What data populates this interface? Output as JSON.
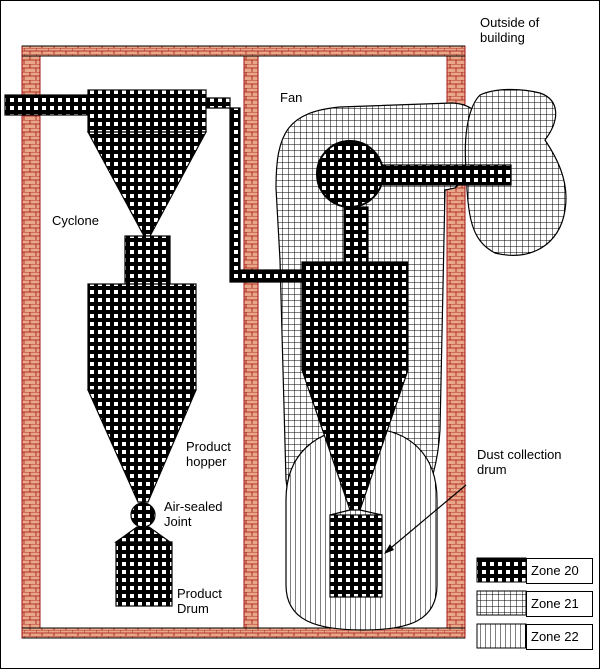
{
  "labels": {
    "outside": [
      "Outside of",
      "building"
    ],
    "fan": "Fan",
    "cyclone": "Cyclone",
    "product_hopper": [
      "Product",
      "hopper"
    ],
    "air_sealed_joint": [
      "Air-sealed",
      "Joint"
    ],
    "product_drum": [
      "Product",
      "Drum"
    ],
    "dust_collection_drum": [
      "Dust collection",
      "drum"
    ]
  },
  "legend": [
    {
      "label": "Zone 20",
      "pattern": "zone20-pattern"
    },
    {
      "label": "Zone 21",
      "pattern": "zone21-pattern"
    },
    {
      "label": "Zone 22",
      "pattern": "zone22-pattern"
    }
  ],
  "colors": {
    "brick_fill": "#e9a789",
    "brick_mortar": "#a11212",
    "line": "#000000"
  }
}
